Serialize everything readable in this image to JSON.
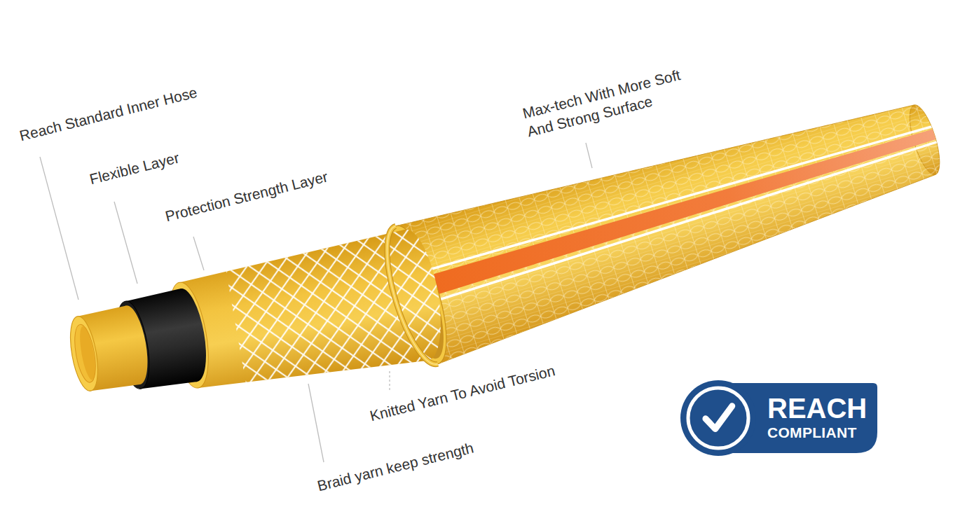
{
  "diagram": {
    "nodes": [
      {
        "text": [
          "REACH",
          "COMPLIANT"
        ]
      }
    ],
    "labels": [
      "Reach Standard Inner Hose",
      "Flexible Layer",
      "Protection Strength Layer",
      "Max-tech With More Soft And Strong Surface",
      "Knitted Yarn To Avoid Torsion",
      "Braid yarn keep strength"
    ]
  }
}
